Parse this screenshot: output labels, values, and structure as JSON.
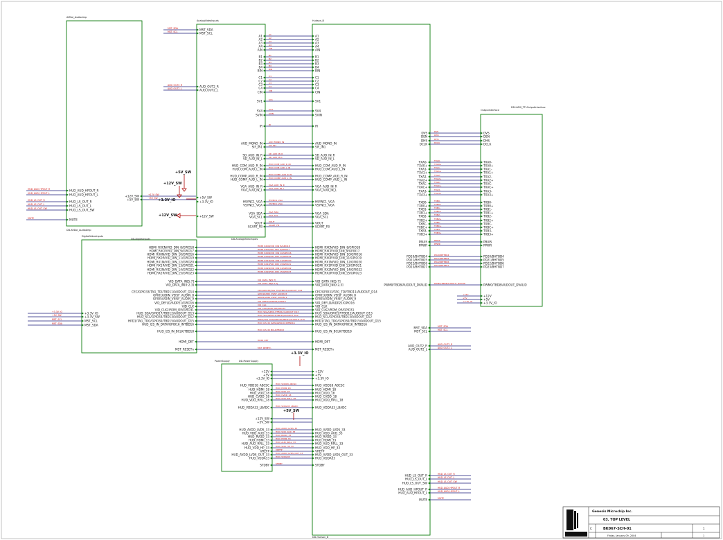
{
  "colors": {
    "box": "#0a7a0a",
    "wire": "#1a1a7a",
    "label": "#cc1111",
    "text": "#111111",
    "power": "#aa0000"
  },
  "audio_block": {
    "title": "AVDol_AudioAmp",
    "footer": "DD-AVDol_AudioAmp",
    "left_pins": [
      "HUD_AUD_HPOUT_R",
      "HUD_AUD_HPOUT_L",
      "HUD_LS_OUT_R",
      "HUD_LS_OUT_L",
      "HUD_LS_OUT_SW",
      "MUTE"
    ],
    "left_nets": [
      "HUD_AUD_HPOUT_R",
      "HUD_AUD_HPOUT_L",
      "HUD_LS_OUT_R",
      "HUD_LS_OUT_L",
      "HUD_LS_OUT_SW",
      "MUTE"
    ],
    "right_pins": [
      "+12V_SW",
      "+5V_SW"
    ],
    "right_nets": [
      "+12V_SW",
      "+5V_SW"
    ]
  },
  "analog_block": {
    "title": "AnalogVideoInputs",
    "footer": "DD-AnalogVideoInputs",
    "left_pins": [
      "MST_SDA",
      "MST_SCL",
      "AUD_OUT2_R",
      "AUD_OUT2_L",
      "+5V_SW",
      "+3.3V_IO",
      "+12V_SW"
    ],
    "left_nets": [
      "MST_SDA",
      "MST_SCL",
      "AUD_OUT2_R",
      "AUD_OUT2_L"
    ],
    "right_pins": [
      "A1",
      "A2",
      "A3",
      "A4",
      "AIN",
      "B1",
      "B2",
      "B3",
      "B4",
      "BIN",
      "C1",
      "C2",
      "C3",
      "C4",
      "CIN",
      "SV1",
      "SV4",
      "SVIN",
      "IR",
      "AUD_MONO_IN",
      "SIF_IN1",
      "SD_AUD_IN_R",
      "SD_AUD_IN_L",
      "HUD_COM_AUD_R_IN",
      "HUD_COM_AUD_L_IN",
      "HUD_COMP_AUD_R_IN",
      "HUD_COMP_AUD_L_IN",
      "VGA_AUD_IN_R",
      "VGA_AUD_IN_L",
      "HSYNC1_VGA",
      "VSYNC1_VGA",
      "VGA_SDA",
      "VGA_SCL",
      "VOUT",
      "SCART_FB"
    ],
    "right_nets": [
      "A1",
      "A2",
      "A3",
      "A4",
      "AIN",
      "B1",
      "B2",
      "B3",
      "B4",
      "BIN",
      "C1",
      "C2",
      "C3",
      "C4",
      "CIN",
      "SV1",
      "SV4",
      "SVIN",
      "IR",
      "AUD_MONO_IN",
      "SIF_IN1",
      "SD_AUD_IN_R",
      "SD_AUD_IN_L",
      "HUD_COM_AUD_R_IN",
      "HUD_COM_AUD_L_IN",
      "HUD_COMP_AUD_R_IN",
      "HUD_COMP_AUD_L_IN",
      "VGA_AUD_IN_R",
      "VGA_AUD_IN_L",
      "HSYNC1_VGA",
      "VSYNC1_VGA",
      "VGA_SDA",
      "VGA_SCL",
      "VOUT",
      "SCART_FB"
    ]
  },
  "digital_block": {
    "title": "DigitalVideoInputs",
    "header_left": "DD-DigitalInputs",
    "left_pins": [
      "+3.3V_IO",
      "+3.3V_SW",
      "MST_SCL",
      "MST_SDA"
    ],
    "left_nets": [
      "+3.3V_IO",
      "+5V_SW",
      "MST_SCL",
      "MST_SDA"
    ],
    "right_pins": [
      "HDMI_RXCN/VID_DIN_8/GPIO18",
      "HDMI_RXCP/VID_DIN_9/GPIO17",
      "HDMI_RX0N/VID_DIN_10/GPIO16",
      "HDMI_RX0P/VID_DIN_11/GPIO19",
      "HDMI_RX1N/VID_DIN_12/GPIO20",
      "HDMI_RX1P/VID_DIN_13/GPIO21",
      "HDMI_RX2N/VID_DIN_14/GPIO22",
      "HDMI_RX2P/VID_DIN_15/GPIO23",
      "VID_DATA_IN[5:7]",
      "VID_DATA_IN[0:2,3]",
      "CEC/GPIO33/TAG_TDI/TBD11/AUDOUT_D14",
      "GPIO16/DIN_VSISF_AUDIN_8",
      "GPIO5/VDIN_VSISF_AUDIN_9",
      "VID_DEFLD/AIDP21/GPIO16",
      "VID_CLK",
      "VID_CLK2/ROM_OE/GPIO31",
      "HUD_SDA/GPIO17/TBD12/AUDOUT_D13",
      "HUD_SCL/GPIO33/TBD13/AUDOUT_D12",
      "HPD1/TAG_TDO/GPIO30/TBD15/AUDOUT_D15",
      "HUD_I2S_IN_DATA/GPIO16_INTBD16",
      "HUD_I2S_IN_BCLK/TBD18",
      "HDMI_DET",
      "MST_RESETn"
    ],
    "right_nets": [
      "HDMI_RXCN/VID_DIN_8/GPIO18",
      "HDMI_RXCP/VID_DIN_9/GPIO17",
      "HDMI_RX0N/VID_DIN_10/GPIO16",
      "HDMI_RX0P/VID_DIN_11/GPIO19",
      "HDMI_RX1N/VID_DIN_12/GPIO20",
      "HDMI_RX1P/VID_DIN_13/GPIO21",
      "HDMI_RX2N/VID_DIN_14/GPIO22",
      "HDMI_RX2P/VID_DIN_15/GPIO23",
      "VID_DATA_IN[5:7]",
      "VID_DATA_IN[0:2,3]",
      "CEC/GPIO33/TAG_TDI/TBD11/AUDOUT_D14",
      "GPIO16/DIN_VSISF_AUDIN_8",
      "GPIO5/VDIN_VSISF_AUDIN_9",
      "VID_DEFLD/AIDP21/GPIO16",
      "VID_CLK",
      "VID_CLK2/ROM_OE/GPIO31",
      "HUD_SDA/GPIO17/TBD12/AUDOUT_D13",
      "HUD_SCL/GPIO33/TBD13/AUDOUT_D12",
      "HPD1/TAG_TDO/GPIO30/TBD15/AUDOUT_D15",
      "HUD_I2S_IN_DATA/GPIO16_INTBD16",
      "HUD_I2S_IN_BCLK/TBD18",
      "HDMI_DET",
      "MST_RESETn"
    ]
  },
  "power_block": {
    "title": "PowerSupply",
    "header_left": "DD-PowerSupply",
    "left_pins": [
      "HUD_VDD18_ABCSC",
      "HUD_HDMI_18",
      "HUD_VDD_18",
      "HUD_CVDD_18",
      "HUD_VDD_RPLL_18",
      "HUD_VDDA33_LBADC",
      "HUD_AVDD_LVDS_33",
      "HUD_VDD_AUD_33",
      "HUD_RVDD_33",
      "HUD_HDMI_33",
      "HUD_AUD_RPLL_33",
      "HUD_VDD_HP_33",
      "VREFP",
      "HUD_AVDD_LVDS_OUT_33",
      "HUD_VDDA33",
      "STDBY"
    ],
    "right_nets": [
      "HUD_VDD18_ABCSC",
      "HUD_HDMI_18",
      "HUD_VDD_18",
      "HUD_CVDD_18",
      "HUD_VDD_RPLL_18",
      "HUD_VDDA33_LBADC",
      "HUD_AVDD_LVDS_33",
      "HUD_VDD_AUD_33",
      "HUD_RVDD_33",
      "HUD_HDMI_33",
      "HUD_AUD_RPLL_33",
      "HUD_VDD_HP_33",
      "VREFP",
      "HUD_AVDD_LVDS_OUT_33",
      "HUD_VDDA33",
      "STDBY"
    ],
    "supply_pins": [
      "+12V",
      "+5V",
      "+3.3V_IO",
      "+12V_SW",
      "+5V_SW"
    ]
  },
  "hudson_block": {
    "title": "Hudson_B",
    "footer": "DD-Hudson_B",
    "top_left_pins": [
      "A1",
      "A2",
      "A3",
      "A4",
      "AIN",
      "B1",
      "B2",
      "B3",
      "B4",
      "BIN",
      "C1",
      "C2",
      "C3",
      "C4",
      "CIN",
      "SV1",
      "SV4",
      "SVIN",
      "IR",
      "AUD_MONO_IN",
      "SIF_IN1",
      "SD_AUD_IN_R",
      "SD_AUD_IN_L",
      "HUD_COM_AUD_R_IN",
      "HUD_COM_AUD_L_IN",
      "HUD_COMP_AUD_R_IN",
      "HUD_COMP_AUD_L_IN",
      "VGA_AUD_IN_R",
      "VGA_AUD_IN_L",
      "HSYNC1_VGA",
      "VSYNC1_VGA",
      "VGA_SDA",
      "VGA_SCL",
      "VOUT",
      "SCART_FB"
    ],
    "mid_left_pins": [
      "HDMI_RXCN/VID_DIN_8/GPIO18",
      "HDMI_RXCP/VID_DIN_9/GPIO17",
      "HDMI_RX0N/VID_DIN_10/GPIO16",
      "HDMI_RX0P/VID_DIN_11/GPIO19",
      "HDMI_RX1N/VID_DIN_12/GPIO20",
      "HDMI_RX1P/VID_DIN_13/GPIO21",
      "HDMI_RX2N/VID_DIN_14/GPIO22",
      "HDMI_RX2P/VID_DIN_15/GPIO23",
      "VID_DATA_IN[5:7]",
      "VID_DATA_IN[0:2,3]",
      "CEC/GPIO33/TAG_TDI/TBD11/AUDOUT_D14",
      "GPIO16/DIN_VSISF_AUDIN_8",
      "GPIO5/VDIN_VSISF_AUDIN_9",
      "VID_DEFLD/AIDP21/GPIO16",
      "VID_CLK",
      "VID_CLK2/ROM_OE/GPIO31",
      "HUD_SDA/GPIO17/TBD12/AUDOUT_D13",
      "HUD_SCL/GPIO33/TBD13/AUDOUT_D12",
      "HPD1/TAG_TDO/GPIO30/TBD15/AUDOUT_D15",
      "HUD_I2S_IN_DATA/GPIO16_INTBD16",
      "HUD_I2S_IN_BCLK/TBD18",
      "HDMI_DET",
      "MST_RESETn"
    ],
    "low_left_pins": [
      "+12V",
      "+5V",
      "+3.3V_IO",
      "HUD_VDD18_ABCSC",
      "HUD_HDMI_18",
      "HUD_VDD_18",
      "HUD_CVDD_18",
      "HUD_VDD_RPLL_18",
      "HUD_VDDA33_LBADC",
      "HUD_AVDD_LVDS_33",
      "HUD_VDD_AUD_33",
      "HUD_RVDD_33",
      "HUD_HDMI_33",
      "HUD_AUD_RPLL_33",
      "HUD_VDD_HP_33",
      "VREFP",
      "HUD_AVDD_LVDS_OUT_33",
      "HUD_VDDA33",
      "STDBY"
    ],
    "right_pins_a": [
      "DVS",
      "DEN",
      "DHS",
      "DCLK"
    ],
    "right_pins_b": [
      "TXA0-",
      "TXA0+",
      "TXA1-",
      "TXA1+",
      "TXA2-",
      "TXA2+",
      "TXAC-",
      "TXAC+",
      "TXA3-",
      "TXA3+"
    ],
    "right_pins_c": [
      "TXB0-",
      "TXB0+",
      "TXB1-",
      "TXB1+",
      "TXB2-",
      "TXB2+",
      "TXBC-",
      "TXBC+",
      "TXB3-",
      "TXB3+"
    ],
    "right_pins_d": [
      "PBIAS",
      "PPWR"
    ],
    "right_pins_e": [
      "PD20/BHTBD4",
      "PD21/BHTBD5",
      "PD22/BHTBD6",
      "PD23/BHTBD7"
    ],
    "right_pin_pwm": "PWM0/TBD8/AUDOUT_DVALID",
    "right_pins_f": [
      "MST_SDA",
      "MST_SCL"
    ],
    "right_pins_g": [
      "AUD_OUT2_R",
      "AUD_OUT2_L"
    ],
    "right_pins_h": [
      "HUD_LS_OUT_R",
      "HUD_LS_OUT_L",
      "HUD_LS_OUT_SW",
      "HUD_AUD_HPOUT_R",
      "HUD_AUD_HPOUT_L",
      "MUTE"
    ]
  },
  "output_block": {
    "title": "OutputInterface",
    "header_left": "DD-LVDS_TTLOutputInterface",
    "pins_a": [
      "DVS",
      "DEN",
      "DHS",
      "DCLK"
    ],
    "pins_b": [
      "TXA0-",
      "TXA0+",
      "TXA1-",
      "TXA1+",
      "TXA2-",
      "TXA2+",
      "TXAC-",
      "TXAC+",
      "TXA3-",
      "TXA3+"
    ],
    "pins_c": [
      "TXB0-",
      "TXB0+",
      "TXB1-",
      "TXB1+",
      "TXB2-",
      "TXB2+",
      "TXBC-",
      "TXBC+",
      "TXB3-",
      "TXB3+"
    ],
    "pins_d": [
      "PBIAS",
      "PPWR"
    ],
    "pins_e": [
      "PD20/BHTBD4",
      "PD21/BHTBD5",
      "PD22/BHTBD6",
      "PD23/BHTBD7"
    ],
    "pin_pwm": "PWM0/TBD8/AUDOUT_DVALID",
    "pins_supply": [
      "+12V",
      "+5V",
      "+3.3V_IO"
    ]
  },
  "power_flags": {
    "v5_sw": "+5V_SW",
    "v12_sw": "+12V_SW",
    "v33_io": "+3.3V_IO"
  },
  "right_bottom_nets": [
    "MST_SDA",
    "MST_SCL",
    "AUD_OUT2_R",
    "AUD_OUT2_L",
    "HUD_LS_OUT_R",
    "HUD_LS_OUT_L",
    "HUD_LS_OUT_SW",
    "HUD_AUD_HPOUT_R",
    "HUD_AUD_HPOUT_L",
    "MUTE"
  ],
  "title_block": {
    "company": "Genesis Microchip Inc.",
    "title": "03. TOP LEVEL",
    "doc_number": "BK067-SCH-01",
    "date": "Friday, January 09, 2004",
    "size": "C",
    "rev": "1",
    "sheet": "1"
  }
}
